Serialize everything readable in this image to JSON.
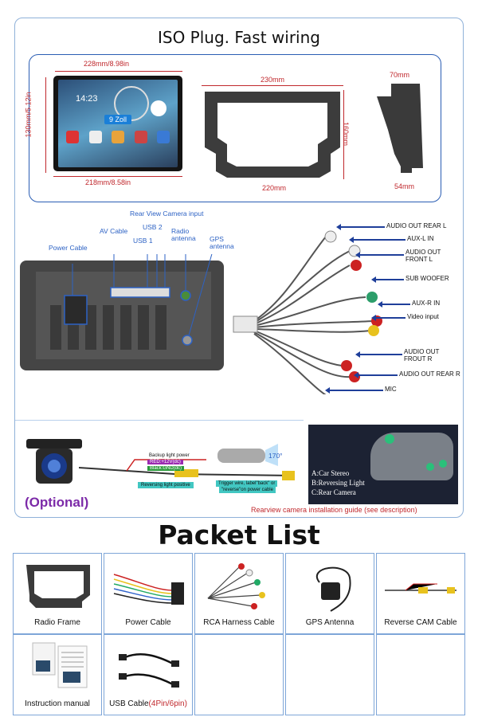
{
  "header": {
    "title": "ISO Plug. Fast wiring"
  },
  "dimensions": {
    "screen_width": "228mm/8.98in",
    "screen_height": "130mm/5.12in",
    "screen_bottom": "218mm/8.58in",
    "screen_size_badge": "9 Zoll",
    "screen_clock": "14:23",
    "frame_top": "230mm",
    "frame_side": "160mm",
    "frame_bottom": "220mm",
    "bracket_top": "70mm",
    "bracket_bottom": "54mm"
  },
  "ports": {
    "rear_camera": "Rear View Camera input",
    "av_cable": "AV Cable",
    "usb2": "USB 2",
    "usb1": "USB 1",
    "radio_line1": "Radio",
    "radio_line2": "antenna",
    "gps_line1": "GPS",
    "gps_line2": "antenna",
    "power_cable": "Power Cable"
  },
  "rca_labels": [
    "AUDIO OUT REAR L",
    "AUX-L IN",
    "AUDIO OUT",
    "FRONT L",
    "SUB WOOFER",
    "AUX-R IN",
    "Video input",
    "AUDIO OUT",
    "FROUT R",
    "AUDIO OUT REAR R",
    "MIC"
  ],
  "camera": {
    "optional_label": "(Optional)",
    "backup_power": "Backup light power",
    "red_wire": "RED:+12V(dc)",
    "black_wire": "Black:GND(dc)",
    "reversing_positive": "Reversing light positive",
    "trigger_line1": "Trigger wire, label\"back\" or",
    "trigger_line2": "\"reverse\"on power cable",
    "angle": "170°",
    "install_a": "A:Car Stereo",
    "install_b": "B:Reversing Light",
    "install_c": "C:Rear Camera",
    "guide": "Rearview camera installation guide (see description)"
  },
  "packet": {
    "title": "Packet List",
    "items": [
      {
        "label": "Radio Frame"
      },
      {
        "label": "Power Cable"
      },
      {
        "label": "RCA Harness Cable"
      },
      {
        "label": "GPS Antenna"
      },
      {
        "label": "Reverse CAM Cable"
      },
      {
        "label": "Instruction manual"
      },
      {
        "label": "USB Cable",
        "suffix": "(4Pin/6pin)"
      }
    ]
  },
  "colors": {
    "accent_blue": "#2d62c4",
    "dimension_red": "#c0282d",
    "border_blue": "#7ea6d8"
  }
}
